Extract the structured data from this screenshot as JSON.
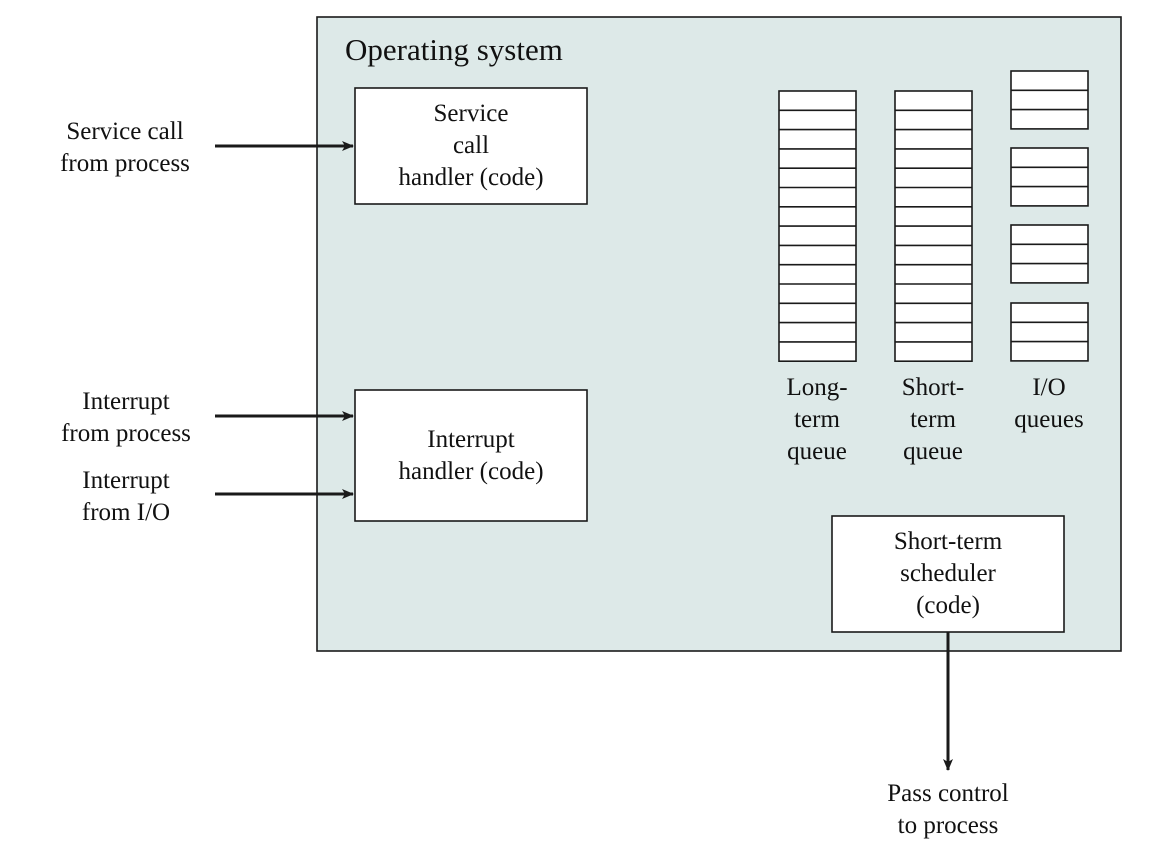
{
  "os_title": "Operating system",
  "inputs": {
    "service_call": [
      "Service call",
      "from process"
    ],
    "interrupt_process": [
      "Interrupt",
      "from process"
    ],
    "interrupt_io": [
      "Interrupt",
      "from I/O"
    ]
  },
  "boxes": {
    "service_handler": [
      "Service",
      "call",
      "handler (code)"
    ],
    "interrupt_handler": [
      "Interrupt",
      "handler (code)"
    ],
    "scheduler": [
      "Short-term",
      "scheduler",
      "(code)"
    ]
  },
  "queues": {
    "long_term": {
      "label": [
        "Long-",
        "term",
        "queue"
      ],
      "slots": 14
    },
    "short_term": {
      "label": [
        "Short-",
        "term",
        "queue"
      ],
      "slots": 14
    },
    "io": {
      "label": [
        "I/O",
        "queues"
      ],
      "groups": 4,
      "slots_per_group": 3
    }
  },
  "output": [
    "Pass control",
    "to process"
  ],
  "colors": {
    "os_fill": "#dde9e8",
    "stroke": "#1a1a1a",
    "box_fill": "#ffffff"
  }
}
